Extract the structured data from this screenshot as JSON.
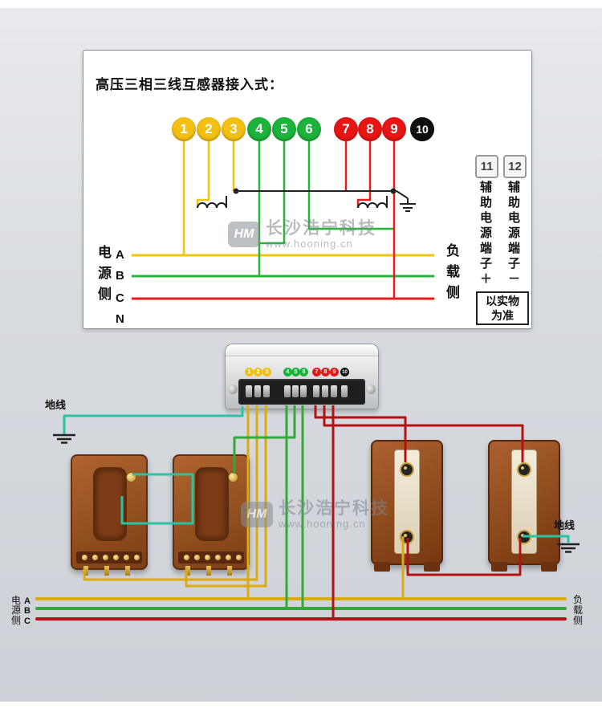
{
  "colors": {
    "phase_a_yellow": "#f1c50e",
    "phase_b_green": "#24b537",
    "phase_c_red": "#ee1a1a",
    "neutral_black": "#101010",
    "ground_teal": "#2cc3a2",
    "transformer_brown": "#8d4b1d"
  },
  "terminals": [
    {
      "num": "1",
      "color": "#f3c011"
    },
    {
      "num": "2",
      "color": "#f3c011"
    },
    {
      "num": "3",
      "color": "#f3c011"
    },
    {
      "num": "4",
      "color": "#1cb23b"
    },
    {
      "num": "5",
      "color": "#1cb23b"
    },
    {
      "num": "6",
      "color": "#1cb23b"
    },
    {
      "num": "7",
      "color": "#e81515"
    },
    {
      "num": "8",
      "color": "#e81515"
    },
    {
      "num": "9",
      "color": "#e81515"
    },
    {
      "num": "10",
      "color": "#101010"
    }
  ],
  "panel": {
    "title": "高压三相三线互感器接入式：",
    "source_side_label": "电源侧",
    "load_side_label": "负载侧",
    "phase_letters": [
      "A",
      "B",
      "C",
      "N"
    ],
    "aux_terminals": [
      {
        "num": "11",
        "label": "辅助电源端子＋"
      },
      {
        "num": "12",
        "label": "辅助电源端子－"
      }
    ],
    "note_line1": "以实物",
    "note_line2": "为准"
  },
  "watermark": {
    "logo": "HM",
    "brand": "长沙浩宁科技",
    "url": "www.hooning.cn"
  },
  "field": {
    "ground_label_left": "地线",
    "ground_label_right": "地线",
    "source_rows": [
      {
        "cn": "电",
        "phase": "A"
      },
      {
        "cn": "源",
        "phase": "B"
      },
      {
        "cn": "侧",
        "phase": "C"
      }
    ],
    "load_chars": [
      "负",
      "载",
      "侧"
    ]
  }
}
